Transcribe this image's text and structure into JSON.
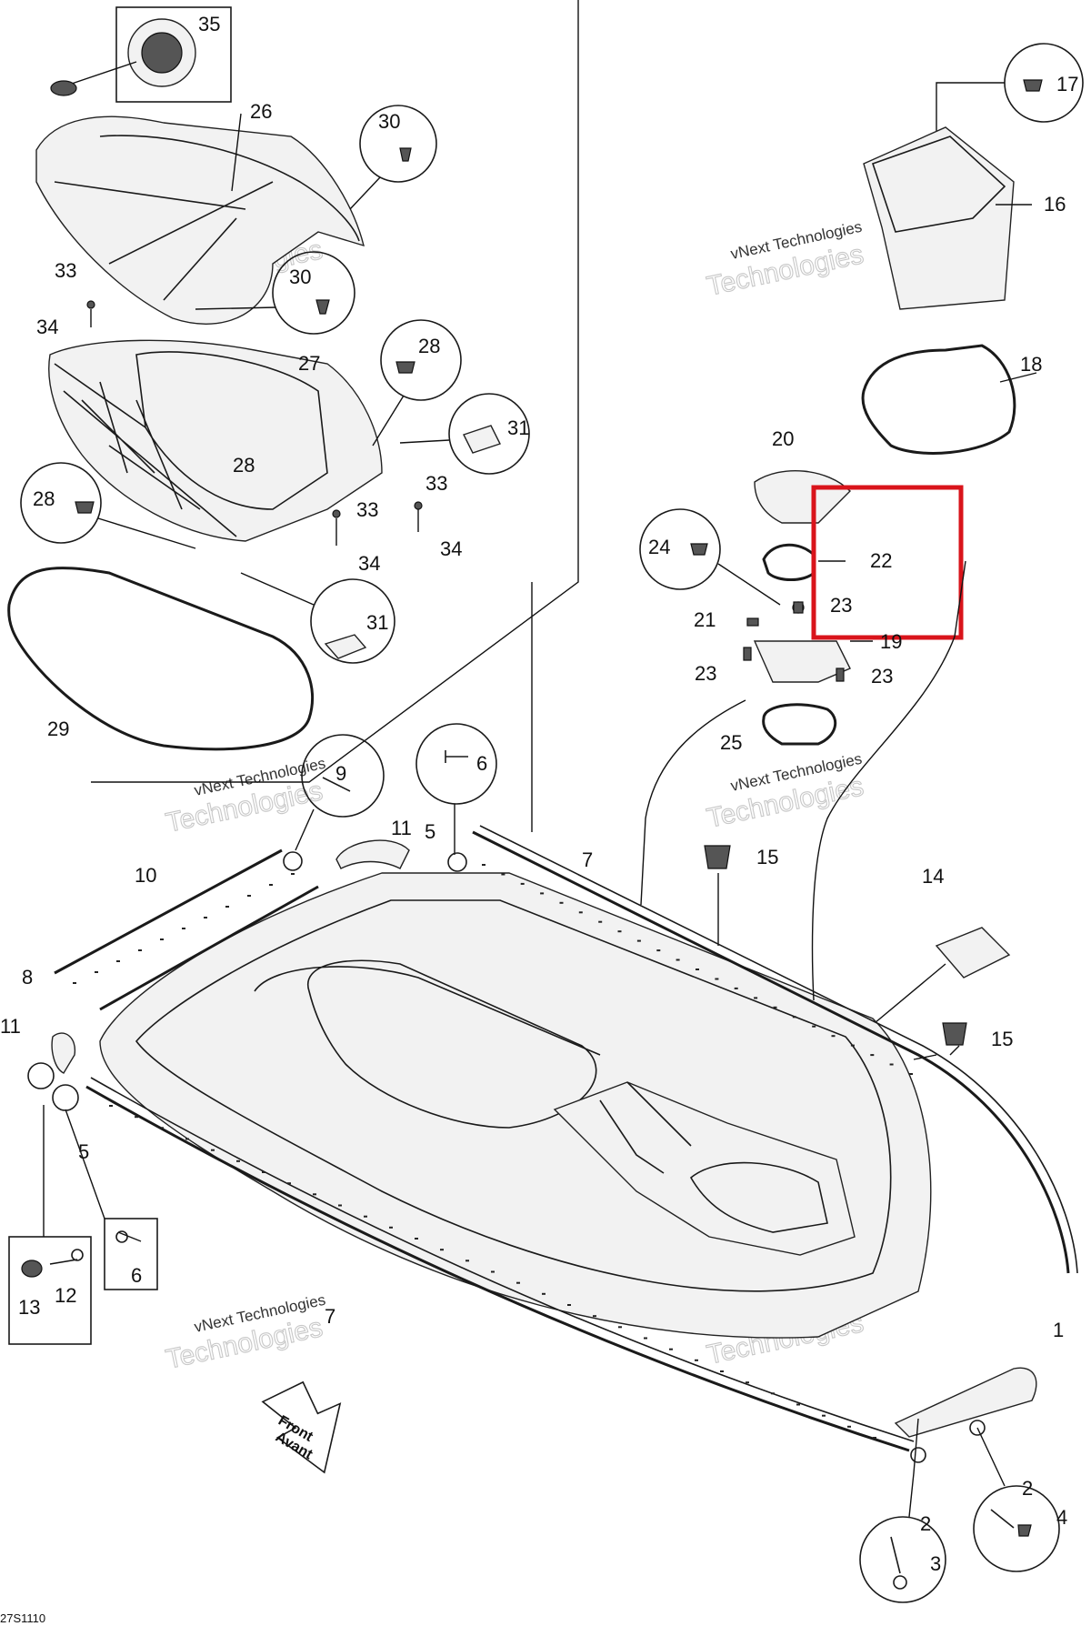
{
  "diagram": {
    "highlight_color": "#d9141b",
    "line_color": "#1a1a1a",
    "drawing_code": "27S1110",
    "direction_label": [
      "Front",
      "Avant"
    ],
    "watermark": {
      "line1": "vNext Technologies",
      "line2": "Technologies"
    },
    "callouts": {
      "c1": "1",
      "c2a": "2",
      "c2b": "2",
      "c3": "3",
      "c4": "4",
      "c5a": "5",
      "c5b": "5",
      "c6a": "6",
      "c6b": "6",
      "c7a": "7",
      "c7b": "7",
      "c8": "8",
      "c9": "9",
      "c10": "10",
      "c11a": "11",
      "c11b": "11",
      "c12": "12",
      "c13": "13",
      "c14": "14",
      "c15a": "15",
      "c15b": "15",
      "c16": "16",
      "c17": "17",
      "c18": "18",
      "c19": "19",
      "c20": "20",
      "c21": "21",
      "c22": "22",
      "c23a": "23",
      "c23b": "23",
      "c23c": "23",
      "c24": "24",
      "c25": "25",
      "c26": "26",
      "c27": "27",
      "c28a": "28",
      "c28b": "28",
      "c28c": "28",
      "c29": "29",
      "c30a": "30",
      "c30b": "30",
      "c31a": "31",
      "c31b": "31",
      "c33a": "33",
      "c33b": "33",
      "c33c": "33",
      "c34a": "34",
      "c34b": "34",
      "c34c": "34",
      "c35": "35"
    }
  }
}
